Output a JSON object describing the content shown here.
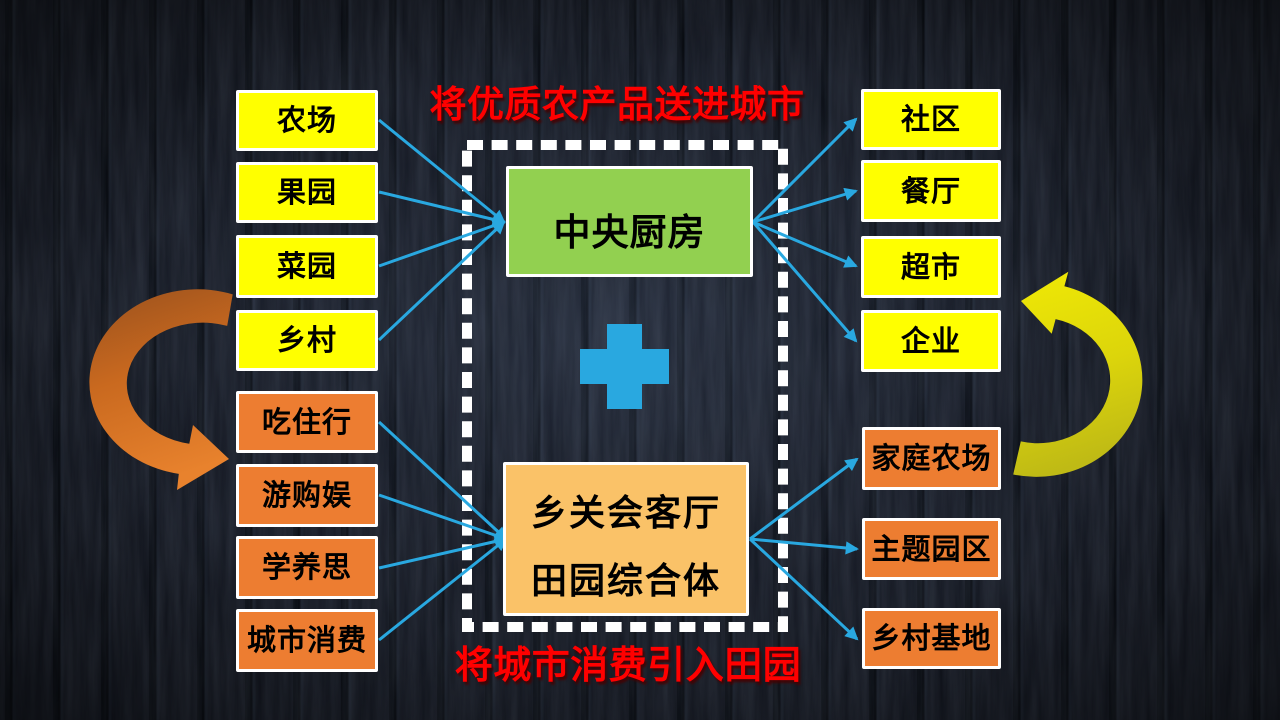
{
  "slide": {
    "title_top": "将优质农产品送进城市",
    "title_bottom": "将城市消费引入田园"
  },
  "left_column_top": {
    "items": [
      "农场",
      "果园",
      "菜园",
      "乡村"
    ]
  },
  "left_column_bottom": {
    "items": [
      "吃住行",
      "游购娱",
      "学养思",
      "城市消费"
    ]
  },
  "right_column_top": {
    "items": [
      "社区",
      "餐厅",
      "超市",
      "企业"
    ]
  },
  "right_column_bottom": {
    "items": [
      "家庭农场",
      "主题园区",
      "乡村基地"
    ]
  },
  "center": {
    "kitchen": "中央厨房",
    "hall_line1": "乡关会客厅",
    "hall_line2": "田园综合体"
  },
  "icons": {
    "plus": "plus-icon",
    "curved_left": "curved-arrow-left-icon",
    "curved_right": "curved-arrow-right-icon"
  },
  "flows": [
    {
      "from": [
        "农场",
        "果园",
        "菜园",
        "乡村"
      ],
      "to": "中央厨房"
    },
    {
      "from": [
        "吃住行",
        "游购娱",
        "学养思",
        "城市消费"
      ],
      "to": "乡关会客厅田园综合体"
    },
    {
      "from": "中央厨房",
      "to": [
        "社区",
        "餐厅",
        "超市",
        "企业"
      ]
    },
    {
      "from": "乡关会客厅田园综合体",
      "to": [
        "家庭农场",
        "主题园区",
        "乡村基地"
      ]
    }
  ],
  "colors": {
    "background": "#131823",
    "plank_line": "#060a12",
    "box_yellow": "#FFFF00",
    "box_orange": "#ED7D31",
    "box_green": "#92D050",
    "box_tan": "#FAC268",
    "box_border": "#FFFFFF",
    "connector_blue": "#29A8E0",
    "title_red": "#FF0000",
    "arrow_orange": "#D96F23",
    "arrow_yellow": "#E4DC10",
    "text_dark": "#000000"
  }
}
